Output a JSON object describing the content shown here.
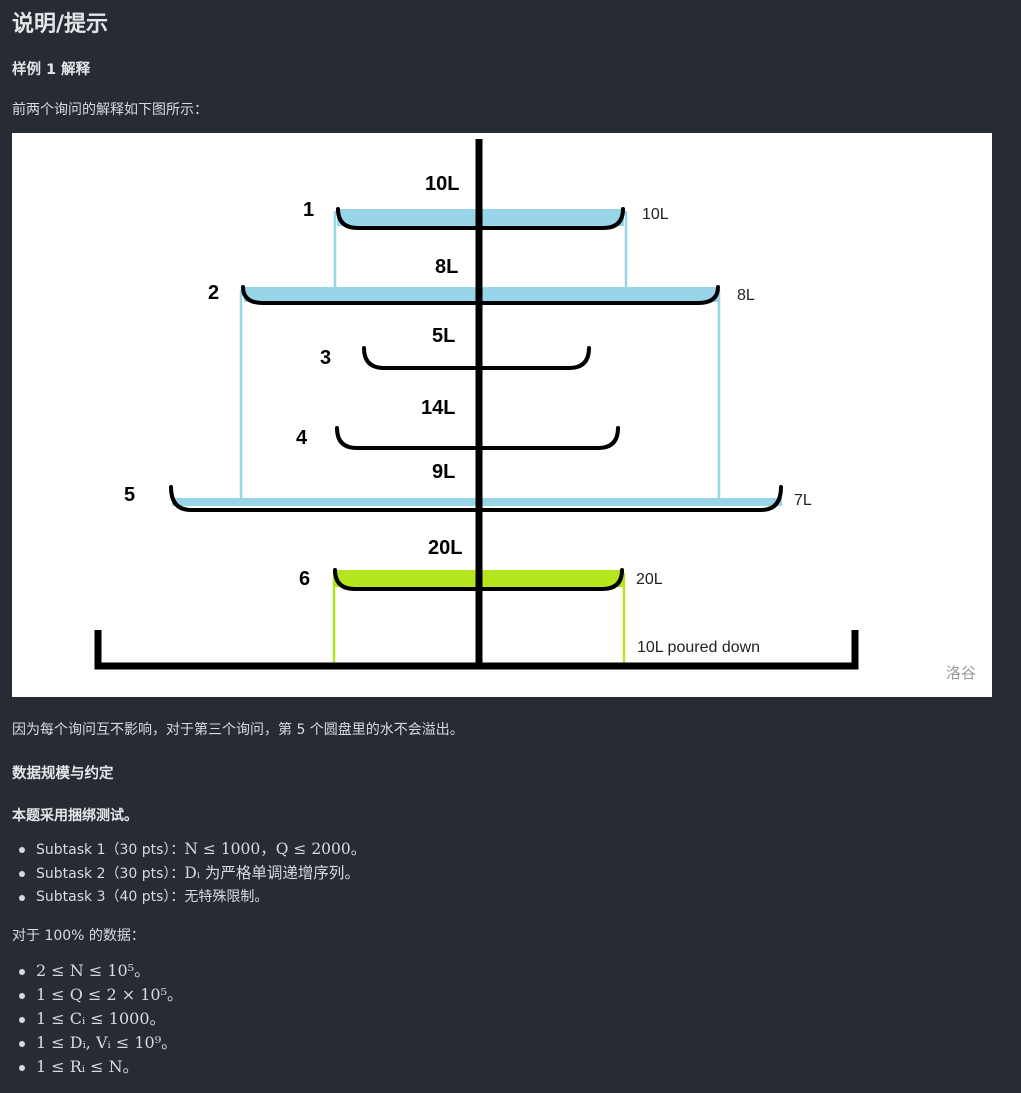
{
  "section_title": "说明/提示",
  "sample_heading": "样例 1 解释",
  "intro_text": "前两个询问的解释如下图所示：",
  "figure": {
    "watermark": "洛谷",
    "plate_numbers": [
      "1",
      "2",
      "3",
      "4",
      "5",
      "6"
    ],
    "capacity_labels": [
      "10L",
      "8L",
      "5L",
      "14L",
      "9L",
      "20L"
    ],
    "water_labels": [
      "10L",
      "8L",
      "7L",
      "20L"
    ],
    "poured_label": "10L poured down",
    "colors": {
      "water_blue": "#99d5e9",
      "water_green": "#b5e61d",
      "ink": "#000000"
    }
  },
  "after_figure_text": "因为每个询问互不影响，对于第三个询问，第 5 个圆盘里的水不会溢出。",
  "data_heading": "数据规模与约定",
  "bundle_text": "本题采用捆绑测试。",
  "subtasks": [
    {
      "label": "Subtask 1（30 pts）：",
      "constraint": "N ≤ 1000，Q ≤ 2000。"
    },
    {
      "label": "Subtask 2（30 pts）：",
      "constraint": "Dᵢ 为严格单调递增序列。"
    },
    {
      "label": "Subtask 3（40 pts）：",
      "constraint": "无特殊限制。"
    }
  ],
  "all_data_text": "对于 100% 的数据：",
  "constraints": [
    "2 ≤ N ≤ 10⁵。",
    "1 ≤ Q ≤ 2 × 10⁵。",
    "1 ≤ Cᵢ ≤ 1000。",
    "1 ≤ Dᵢ, Vᵢ ≤ 10⁹。",
    "1 ≤ Rᵢ ≤ N。"
  ]
}
